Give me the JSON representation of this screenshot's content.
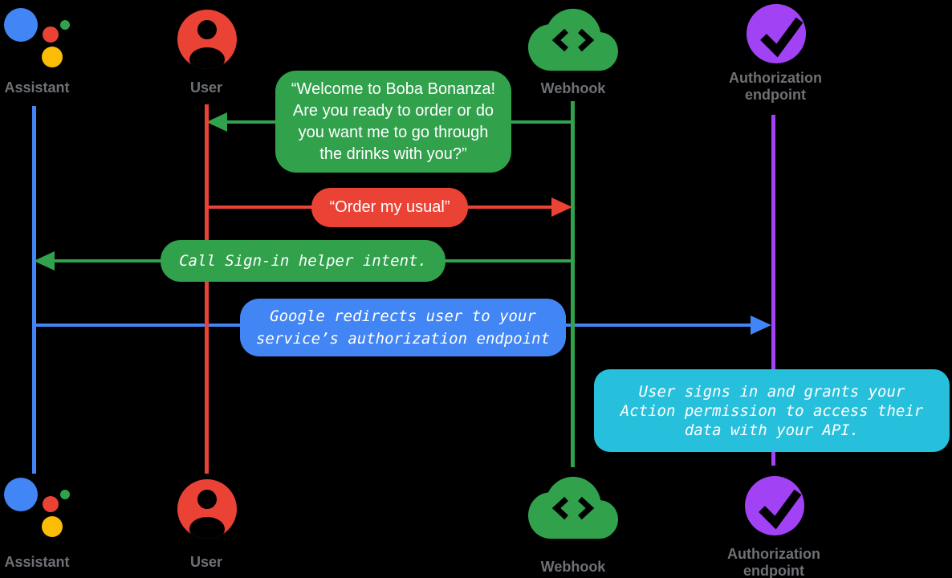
{
  "background": "#000000",
  "colors": {
    "background": "#000000",
    "blue": "#4285f4",
    "red": "#ea4335",
    "green": "#31a14c",
    "yellow": "#fbbc05",
    "purple": "#a142f4",
    "cyan": "#27c0dc",
    "label-gray": "#6e7175",
    "bubble-text": "#ffffff"
  },
  "actors": [
    {
      "label": "Assistant",
      "icon": "google-assistant-icon",
      "color": "#4285f4"
    },
    {
      "label": "User",
      "icon": "user-icon",
      "color": "#ea4335"
    },
    {
      "label": "Webhook",
      "icon": "webhook-cloud-icon",
      "color": "#31a14c"
    },
    {
      "label": "Authorization\nendpoint",
      "icon": "authorization-check-icon",
      "color": "#a142f4"
    }
  ],
  "messages": [
    {
      "name": "welcome",
      "from": "Webhook",
      "to": "User",
      "style": "speech-green",
      "text": "“Welcome to Boba Bonanza!\nAre you ready to order or do\nyou want me to go through\nthe drinks with you?”"
    },
    {
      "name": "order",
      "from": "User",
      "to": "Webhook",
      "style": "speech-red",
      "text": "“Order my usual”"
    },
    {
      "name": "sign-in",
      "from": "Webhook",
      "to": "Assistant",
      "style": "code-green",
      "text": "Call Sign-in helper intent."
    },
    {
      "name": "redirect",
      "from": "Assistant",
      "to": "Authorization endpoint",
      "style": "code-blue",
      "text": "Google redirects user to your\nservice’s authorization endpoint"
    },
    {
      "name": "sign-in-note",
      "at": "Authorization endpoint",
      "style": "note-cyan",
      "text": "User signs in and grants your\nAction permission to access their\ndata with your API."
    }
  ]
}
